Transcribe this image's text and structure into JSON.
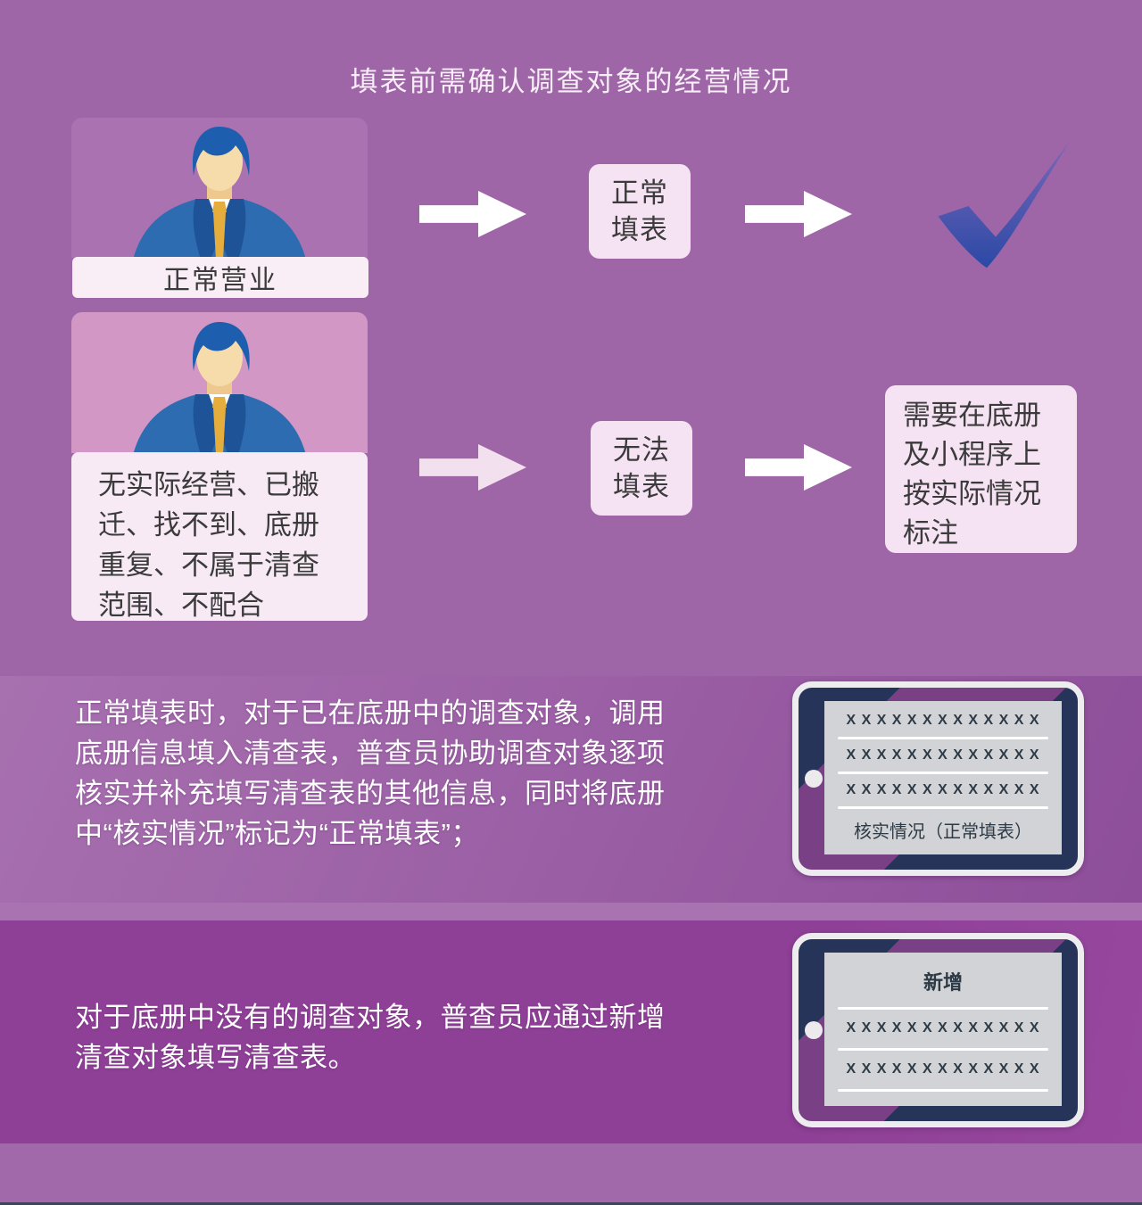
{
  "title": "填表前需确认调查对象的经营情况",
  "flow": {
    "normal": {
      "label": "正常营业",
      "step": "正常\n填表",
      "result_icon": "checkmark"
    },
    "abnormal": {
      "text": "无实际经营、已搬\n迁、找不到、底册\n重复、不属于清查\n范围、不配合",
      "step": "无法\n填表",
      "result": "需要在底册\n及小程序上\n按实际情况\n标注"
    }
  },
  "sections": [
    {
      "paragraph": "正常填表时，对于已在底册中的调查对象，调用\n底册信息填入清查表，普查员协助调查对象逐项\n核实并补充填写清查表的其他信息，同时将底册\n中“核实情况”标记为“正常填表”；",
      "tablet": {
        "rows": [
          "X X X X X X X X X X X X X",
          "X X X X X X X X X X X X X",
          "X X X X X X X X X X X X X"
        ],
        "caption": "核实情况（正常填表）"
      }
    },
    {
      "paragraph": "对于底册中没有的调查对象，普查员应通过新增\n清查对象填写清查表。",
      "tablet": {
        "title": "新增",
        "rows": [
          "X X X X X X X X X X X X X",
          "X X X X X X X X X X X X X"
        ]
      }
    }
  ],
  "icons": {
    "checkmark": "✓",
    "flow_arrow": "→",
    "avatar": "businessman",
    "tablet": "tablet-device"
  },
  "colors": {
    "background_top": "#9e65a7",
    "background_verify_band": "#9c63a5",
    "background_add_band": "#8e3f96",
    "footer_band": "#a169aa",
    "card_photo_normal": "#ab72b2",
    "card_photo_abnormal": "#d297c4",
    "light_panel": "#f5e2f2",
    "label_panel": "#f9eef6",
    "tablet_body": "#263459",
    "tablet_stripe": "#7a4086",
    "screen_panel": "#d2d3d6",
    "checkmark_blue_top": "#7a68b8",
    "checkmark_blue_bottom": "#2b49a6",
    "arrow_white": "#ffffff",
    "arrow_pink": "#f3e0ee",
    "text_dark": "#3b3b3b",
    "text_light": "#ffffff"
  }
}
